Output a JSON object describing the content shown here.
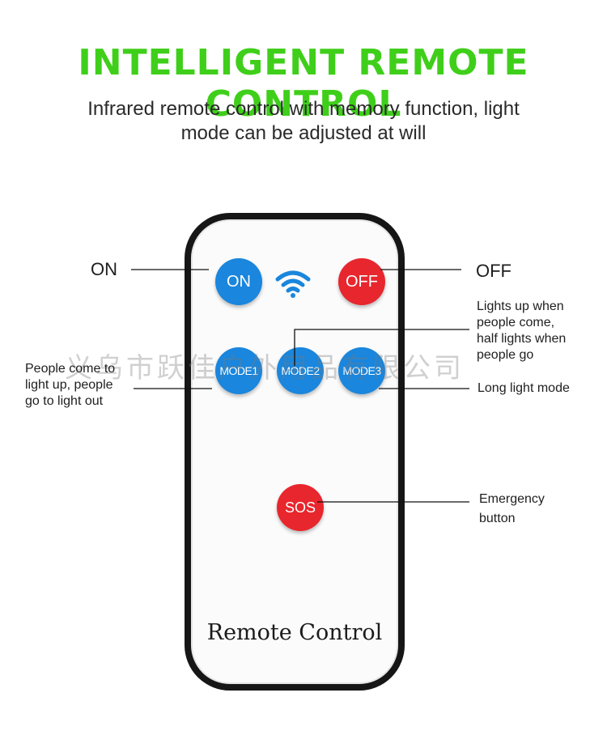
{
  "headline": "INTELLIGENT REMOTE CONTROL",
  "subtitle": {
    "line1": "Infrared remote control with memory function, light",
    "line2": "mode can be adjusted at will"
  },
  "remote": {
    "label": "Remote Control",
    "buttons": {
      "on": "ON",
      "off": "OFF",
      "mode1": "MODE1",
      "mode2": "MODE2",
      "mode3": "MODE3",
      "sos": "SOS"
    },
    "signal_icon": "wifi-signal-icon"
  },
  "callouts": {
    "on": "ON",
    "off": "OFF",
    "mode2": [
      "Lights up when",
      "people come,",
      "half lights when",
      "people go"
    ],
    "mode1": [
      "People come to",
      "light up, people",
      "go to light out"
    ],
    "mode3": "Long light mode",
    "sos": [
      "Emergency",
      "button"
    ]
  },
  "watermark": "义乌市跃佳户外用品有限公司",
  "colors": {
    "headline": "#3fcf1a",
    "blue_button": "#1a86dd",
    "red_button": "#e8262d",
    "remote_border": "#161616"
  }
}
